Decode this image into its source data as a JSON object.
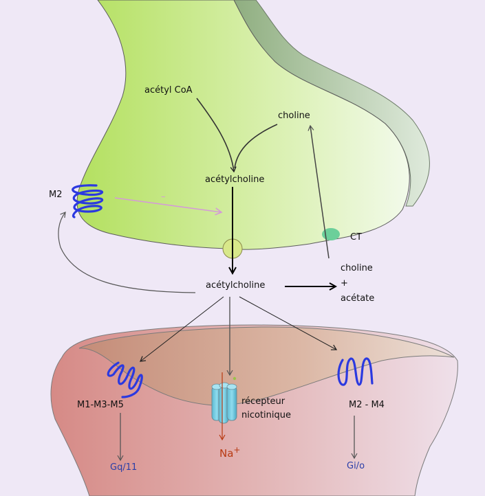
{
  "diagram": {
    "title": "Synapse cholinergique",
    "colors": {
      "background": "#efe8f6",
      "presynaptic": "#b8e46c",
      "glia": "#9fbc90",
      "postsynaptic": "#d98f8a",
      "receptor_blue": "#2b39e0",
      "nicotinic": "#6fcbe0",
      "transporter": "#6ccf9a",
      "modulation_arrow": "#d59ad8",
      "ion_color": "#b83a12",
      "gprotein_color": "#2a3ea8"
    },
    "presynaptic": {
      "acetyl_coa": "acétyl CoA",
      "choline": "choline",
      "acetylcholine": "acétylcholine",
      "m2_label": "M2",
      "inhibition_sign": "–",
      "transporter_label": "CT"
    },
    "cleft": {
      "acetylcholine": "acétylcholine",
      "products_line1": "choline",
      "products_line2": "+",
      "products_line3": "acétate"
    },
    "postsynaptic": {
      "m135_label": "M1-M3-M5",
      "m135_gprotein": "Gq/11",
      "nicotinic_line1": "récepteur",
      "nicotinic_line2": "nicotinique",
      "ion": "Na",
      "ion_charge": "+",
      "m24_label": "M2 - M4",
      "m24_gprotein": "Gi/o"
    }
  }
}
